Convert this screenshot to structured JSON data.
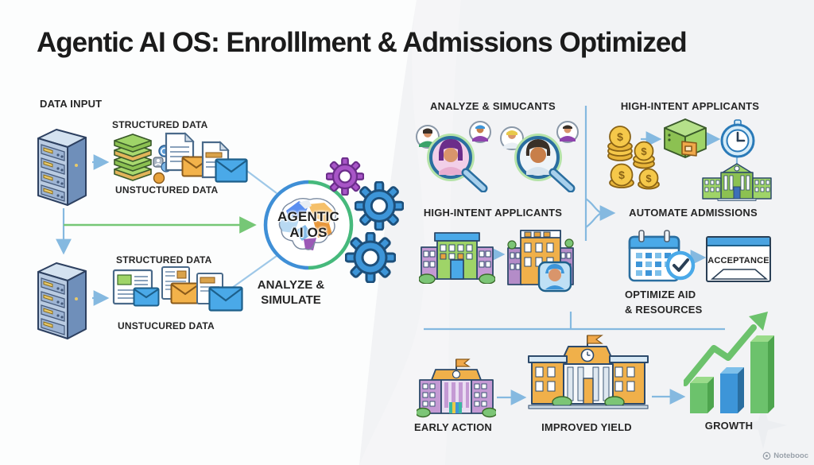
{
  "title": "Agentic AI OS: Enrolllment & Admissions Optimized",
  "left": {
    "data_input_label": "DATA INPUT",
    "top_cluster": {
      "structured_label": "STRUCTURED DATA",
      "unstructured_label": "UNSTUCTURED DATA"
    },
    "bottom_cluster": {
      "structured_label": "STRUCTURED DATA",
      "unstructured_label": "UNSTUCURED DATA"
    }
  },
  "core": {
    "circle_line1": "AGENTIC",
    "circle_line2": "AI OS",
    "caption_line1": "ANALYZE &",
    "caption_line2": "SIMULATE"
  },
  "middle_column": {
    "top_heading": "ANALYZE & SIMUCANTS",
    "bottom_heading": "HIGH-INTENT APPLICANTS"
  },
  "right_column": {
    "top_heading": "HIGH-INTENT APPLICANTS",
    "mid_heading": "AUTOMATE ADMISSIONS",
    "acceptance_label": "ACCEPTANCE",
    "optimize_line1": "OPTIMIZE AID",
    "optimize_line2": "& RESOURCES"
  },
  "bottom_row": {
    "early_action_label": "EARLY ACTION",
    "improved_yield_label": "IMPROVED YIELD",
    "growth_label": "GROWTH"
  },
  "watermark": "Notebooc",
  "colors": {
    "accent-blue": "#4aa3e0",
    "accent-green": "#6cc26c",
    "line-blue": "#85b9e0",
    "line-green": "#76c776",
    "gear-purple": "#a855c7",
    "gear-blue": "#3d95d8",
    "coin-gold": "#f5c84a",
    "building-orange": "#f0b04a",
    "building-purple": "#c49ad4",
    "bg-gray": "#f2f3f5",
    "text-dark": "#222222"
  }
}
